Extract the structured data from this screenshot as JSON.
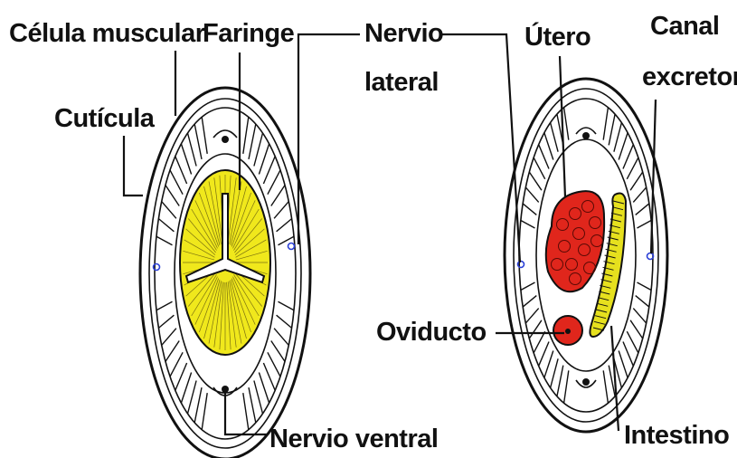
{
  "labels": {
    "celula_muscular": "Célula muscular",
    "faringe": "Faringe",
    "nervio_lateral_1": "Nervio",
    "nervio_lateral_2": "lateral",
    "utero": "Útero",
    "canal_excretor_1": "Canal",
    "canal_excretor_2": "excretor",
    "cuticula": "Cutícula",
    "oviducto": "Oviducto",
    "nervio_ventral": "Nervio ventral",
    "intestino": "Intestino"
  },
  "colors": {
    "faringe": "#f0e81c",
    "utero": "#e0261c",
    "intestino": "#e6e01e",
    "outline": "#111111",
    "nerve_dot": "#2a3fd6"
  },
  "icons": {
    "left_section": "nematode-cross-section-pharynx",
    "right_section": "nematode-cross-section-body-female"
  }
}
